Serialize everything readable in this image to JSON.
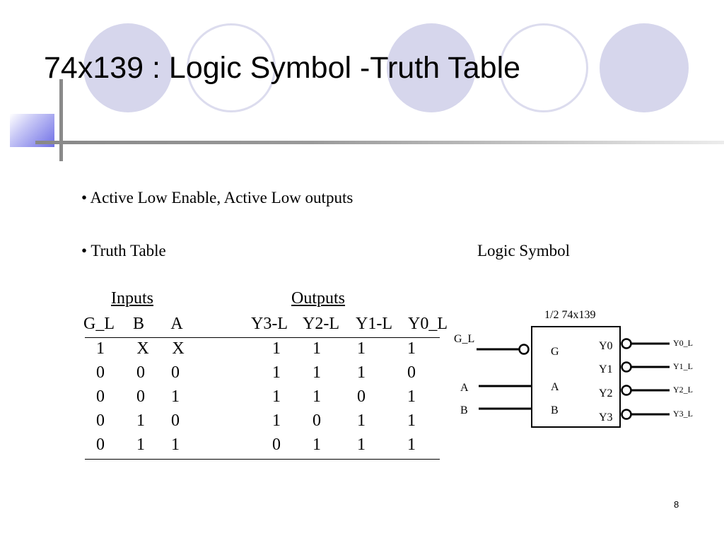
{
  "slide": {
    "title": "74x139 : Logic Symbol -Truth Table",
    "bullet1": "• Active Low Enable, Active Low outputs",
    "bullet2": "•  Truth Table",
    "logic_symbol_heading": "Logic Symbol",
    "page_number": "8"
  },
  "truth_table": {
    "inputs_header": "Inputs",
    "outputs_header": "Outputs",
    "columns": [
      "G_L",
      "B",
      "A",
      "Y3-L",
      "Y2-L",
      "Y1-L",
      "Y0_L"
    ],
    "rows": [
      [
        "1",
        "X",
        "X",
        "1",
        "1",
        "1",
        "1"
      ],
      [
        "0",
        "0",
        "0",
        "1",
        "1",
        "1",
        "0"
      ],
      [
        "0",
        "0",
        "1",
        "1",
        "1",
        "0",
        "1"
      ],
      [
        "0",
        "1",
        "0",
        "1",
        "0",
        "1",
        "1"
      ],
      [
        "0",
        "1",
        "1",
        "0",
        "1",
        "1",
        "1"
      ]
    ]
  },
  "logic_symbol": {
    "caption": "1/2  74x139",
    "input_labels": [
      "G_L",
      "A",
      "B"
    ],
    "inner_left": [
      "G",
      "A",
      "B"
    ],
    "inner_right": [
      "Y0",
      "Y1",
      "Y2",
      "Y3"
    ],
    "output_labels": [
      "Y0_L",
      "Y1_L",
      "Y2_L",
      "Y3_L"
    ]
  }
}
